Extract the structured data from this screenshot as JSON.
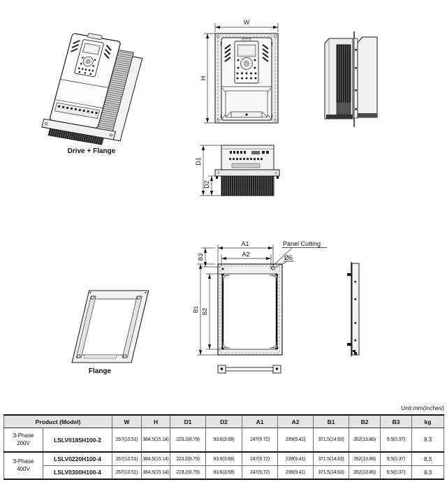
{
  "figures": {
    "iso_drive": {
      "caption": "Drive + Flange"
    },
    "front": {
      "w": "W",
      "h": "H"
    },
    "depth": {
      "d1": "D1",
      "d2": "D2"
    },
    "panel": {
      "a1": "A1",
      "a2": "A2",
      "b1": "B1",
      "b2": "B2",
      "b3": "B3",
      "cutting": "Panel Cutting",
      "hole": "Ø6"
    },
    "iso_flange": {
      "caption": "Flange"
    }
  },
  "colors": {
    "line": "#1a1a1a",
    "light_fill": "#efefef",
    "heatsink": "#1f1f1f",
    "table_header_bg": "#e4e4e4"
  },
  "table": {
    "unit_label": "Unit:mm(inches)",
    "product_header": "Product (Model)",
    "columns": [
      "W",
      "H",
      "D1",
      "D2",
      "A1",
      "A2",
      "B1",
      "B2",
      "B3",
      "kg"
    ],
    "groups": [
      {
        "phase_line1": "3-Phase",
        "phase_line2": "200V",
        "rows": [
          {
            "model": "LSLV0185H100-2",
            "values": [
              "267(10.51)",
              "384.5(15.14)",
              "223.2(8.79)",
              "93.6(3.69)",
              "247(9.72)",
              "239(9.41)",
              "371.5(14.63)",
              "352(13.86)",
              "9.5(0.37)",
              "8.3"
            ]
          }
        ]
      },
      {
        "phase_line1": "3-Phase",
        "phase_line2": "400V",
        "rows": [
          {
            "model": "LSLV0220H100-4",
            "values": [
              "267(10.51)",
              "384.5(15.14)",
              "223.2(8.79)",
              "93.6(3.69)",
              "247(9.72)",
              "239(9.41)",
              "371.5(14.63)",
              "352(13.86)",
              "9.5(0.37)",
              "8.3"
            ]
          },
          {
            "model": "LSLV0300H100-4",
            "values": [
              "267(10.51)",
              "384.5(15.14)",
              "223.2(8.79)",
              "93.6(3.69)",
              "247(9.72)",
              "239(9.41)",
              "371.5(14.63)",
              "352(13.86)",
              "9.5(0.37)",
              "8.3"
            ]
          }
        ]
      }
    ]
  }
}
